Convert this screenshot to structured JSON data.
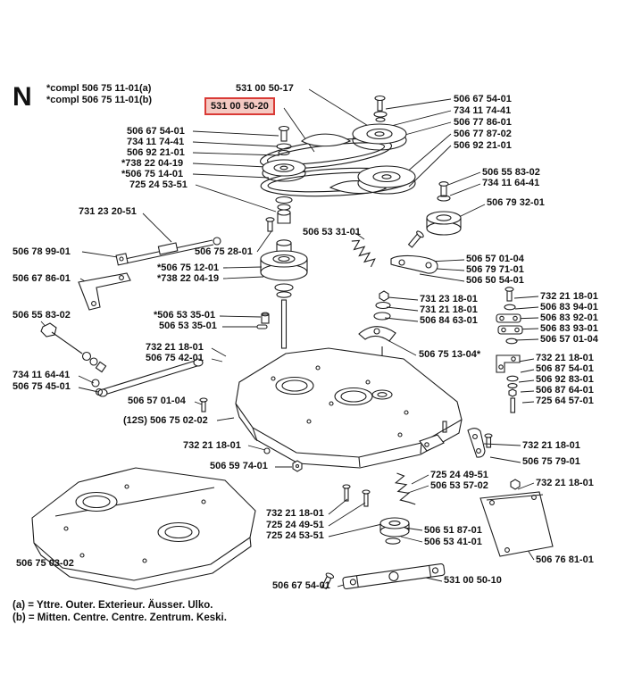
{
  "page": {
    "section_letter": "N",
    "compl_notes": [
      "*compl 506 75 11-01(a)",
      "*compl 506 75 11-01(b)"
    ],
    "footnotes": [
      "(a) = Yttre. Outer. Exterieur. Äusser. Ulko.",
      "(b) = Mitten. Centre. Centre. Zentrum. Keski."
    ]
  },
  "highlight": {
    "border_color": "#d93a35",
    "fill_color": "#f5c9c2"
  },
  "labels": [
    {
      "text": "531 00 50-17"
    },
    {
      "text": "531 00 50-20"
    },
    {
      "text": "506 67 54-01"
    },
    {
      "text": "734 11 74-41"
    },
    {
      "text": "506 77 86-01"
    },
    {
      "text": "506 77 87-02"
    },
    {
      "text": "506 92 21-01"
    },
    {
      "text": "506 67 54-01"
    },
    {
      "text": "734 11 74-41"
    },
    {
      "text": "506 92 21-01"
    },
    {
      "text": "*738 22 04-19"
    },
    {
      "text": "*506 75 14-01"
    },
    {
      "text": "725 24 53-51"
    },
    {
      "text": "506 55 83-02"
    },
    {
      "text": "734 11 64-41"
    },
    {
      "text": "506 79 32-01"
    },
    {
      "text": "731 23 20-51"
    },
    {
      "text": "506 53 31-01"
    },
    {
      "text": "506 78 99-01"
    },
    {
      "text": "506 75 28-01"
    },
    {
      "text": "506 57 01-04"
    },
    {
      "text": "506 79 71-01"
    },
    {
      "text": "506 50 54-01"
    },
    {
      "text": "*506 75 12-01"
    },
    {
      "text": "*738 22 04-19"
    },
    {
      "text": "506 67 86-01"
    },
    {
      "text": "732 21 18-01"
    },
    {
      "text": "506 83 94-01"
    },
    {
      "text": "506 83 92-01"
    },
    {
      "text": "506 83 93-01"
    },
    {
      "text": "506 57 01-04"
    },
    {
      "text": "731 23 18-01"
    },
    {
      "text": "731 21 18-01"
    },
    {
      "text": "506 84 63-01"
    },
    {
      "text": "506 55 83-02"
    },
    {
      "text": "*506 53 35-01"
    },
    {
      "text": "506 53 35-01"
    },
    {
      "text": "732 21 18-01"
    },
    {
      "text": "506 75 42-01"
    },
    {
      "text": "506 75 13-04*"
    },
    {
      "text": "732 21 18-01"
    },
    {
      "text": "506 87 54-01"
    },
    {
      "text": "506 92 83-01"
    },
    {
      "text": "506 87 64-01"
    },
    {
      "text": "725 64 57-01"
    },
    {
      "text": "734 11 64-41"
    },
    {
      "text": "506 75 45-01"
    },
    {
      "text": "506 57 01-04"
    },
    {
      "text": "(12S) 506 75 02-02"
    },
    {
      "text": "732 21 18-01"
    },
    {
      "text": "506 59 74-01"
    },
    {
      "text": "732 21 18-01"
    },
    {
      "text": "506 75 79-01"
    },
    {
      "text": "725 24 49-51"
    },
    {
      "text": "506 53 57-02"
    },
    {
      "text": "732 21 18-01"
    },
    {
      "text": "732 21 18-01"
    },
    {
      "text": "725 24 49-51"
    },
    {
      "text": "725 24 53-51"
    },
    {
      "text": "506 51 87-01"
    },
    {
      "text": "506 53 41-01"
    },
    {
      "text": "506 76 81-01"
    },
    {
      "text": "506 75 03-02"
    },
    {
      "text": "506 67 54-01"
    },
    {
      "text": "531 00 50-10"
    }
  ]
}
